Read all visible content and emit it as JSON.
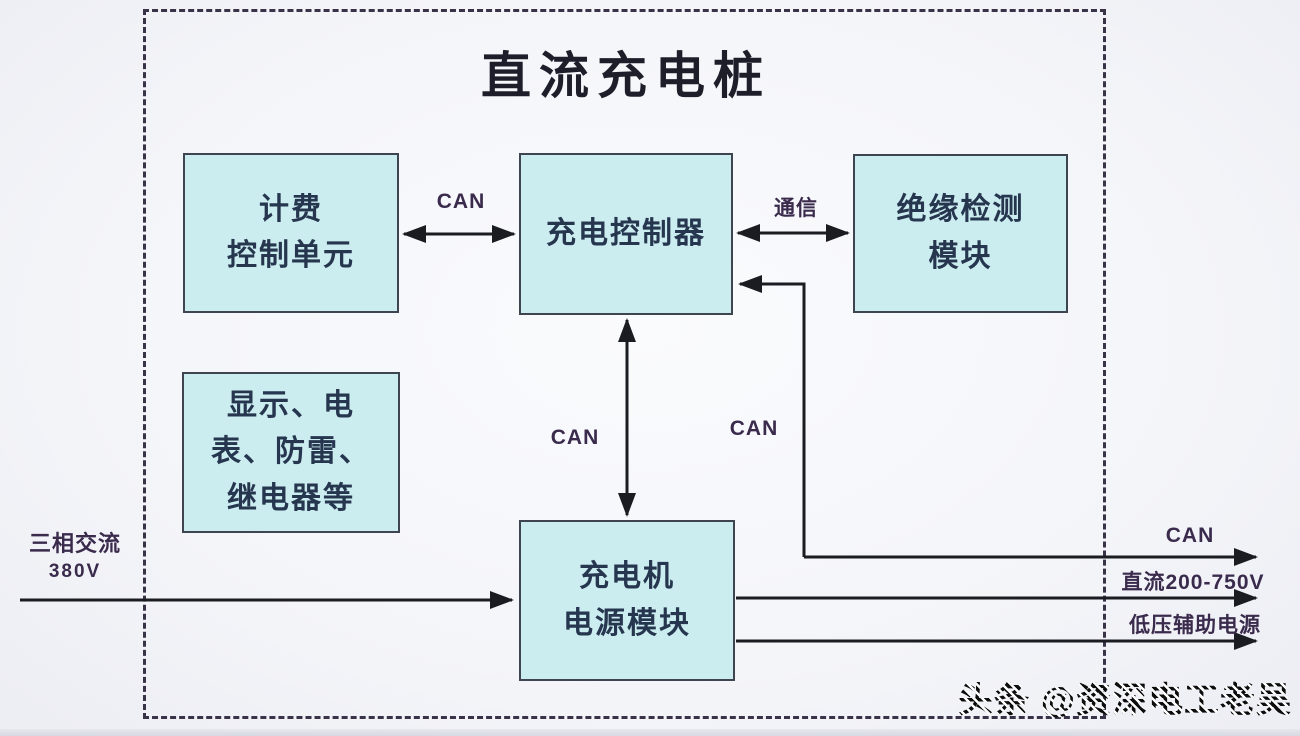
{
  "title": "直流充电桩",
  "boxes": {
    "billing": {
      "lines": [
        "计费",
        "控制单元"
      ]
    },
    "controller": {
      "lines": [
        "充电控制器"
      ]
    },
    "insulation": {
      "lines": [
        "绝缘检测",
        "模块"
      ]
    },
    "peripherals": {
      "lines": [
        "显示、电",
        "表、防雷、",
        "继电器等"
      ]
    },
    "power": {
      "lines": [
        "充电机",
        "电源模块"
      ]
    }
  },
  "labels": {
    "can_billing": "CAN",
    "comm": "通信",
    "can_vertical": "CAN",
    "can_branch": "CAN",
    "can_out": "CAN",
    "dc_out": "直流200-750V",
    "aux_out": "低压辅助电源",
    "ac_input_line1": "三相交流",
    "ac_input_line2": "380V"
  },
  "watermark": "头条 @资深电工老吴",
  "colors": {
    "box_fill": "#cbedf0",
    "box_border": "#3e4450",
    "box_text": "#26364f",
    "line": "#1b1b22",
    "label_text": "#3a2b4d",
    "dashed_border": "#3a3348",
    "title_text": "#1e1e2a",
    "background": "#f4f5f9"
  }
}
